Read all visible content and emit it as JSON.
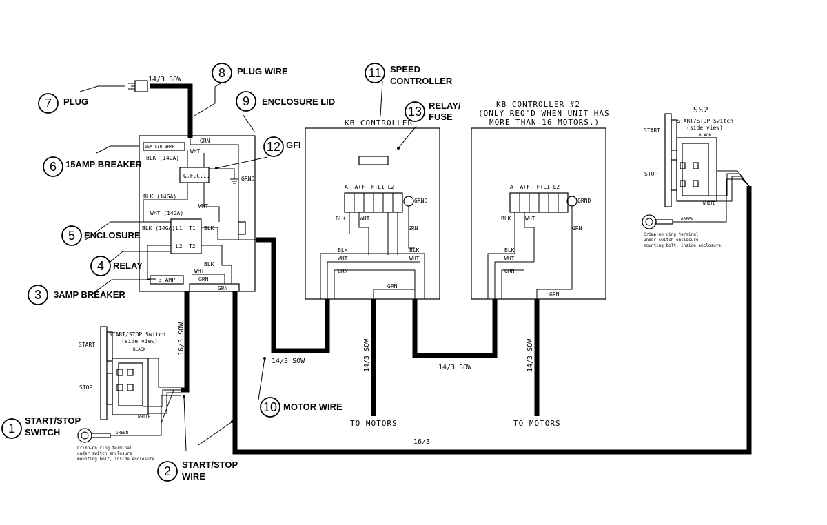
{
  "callouts": [
    {
      "num": "1",
      "lines": [
        "START/STOP",
        "SWITCH"
      ]
    },
    {
      "num": "2",
      "lines": [
        "START/STOP",
        "WIRE"
      ]
    },
    {
      "num": "3",
      "lines": [
        "3AMP BREAKER"
      ]
    },
    {
      "num": "4",
      "lines": [
        "RELAY"
      ]
    },
    {
      "num": "5",
      "lines": [
        "ENCLOSURE"
      ]
    },
    {
      "num": "6",
      "lines": [
        "15AMP BREAKER"
      ]
    },
    {
      "num": "7",
      "lines": [
        "PLUG"
      ]
    },
    {
      "num": "8",
      "lines": [
        "PLUG WIRE"
      ]
    },
    {
      "num": "9",
      "lines": [
        "ENCLOSURE LID"
      ]
    },
    {
      "num": "10",
      "lines": [
        "MOTOR WIRE"
      ]
    },
    {
      "num": "11",
      "lines": [
        "SPEED",
        "CONTROLLER"
      ]
    },
    {
      "num": "12",
      "lines": [
        "GFI"
      ]
    },
    {
      "num": "13",
      "lines": [
        "RELAY/",
        "FUSE"
      ]
    }
  ],
  "wires": {
    "plug_wire": "14/3 SOW",
    "start_stop_wire": "16/3 SOW",
    "motor_wire": "14/3 SOW",
    "to_motors_1_wire": "14/3 SOW",
    "link_wire": "14/3 SOW",
    "to_motors_2_wire": "14/3 SOW",
    "ss2_wire": "16/3"
  },
  "enclosure": {
    "grn": "GRN",
    "breaker_15a": "15A CIR BRKR",
    "wht": "WHT",
    "blk_14ga": "BLK (14GA)",
    "gfci": "G.F.C.I.",
    "grnd": "GRND",
    "blk_14ga_2": "BLK (14GA)",
    "wht_2": "WHT",
    "wht_14ga": "WHT (14GA)",
    "blk_14ga_3": "BLK (14GA)",
    "relay_l1": "L1",
    "relay_t1": "T1",
    "relay_l2": "L2",
    "relay_t2": "T2",
    "relay_blk": "BLK",
    "blk": "BLK",
    "wht_3": "WHT",
    "breaker_3a": "3 AMP",
    "grn_2": "GRN",
    "grn_3": "GRN"
  },
  "controller1": {
    "title": "KB CONTROLLER",
    "terminals": "A- A+F- F+L1 L2",
    "grnd": "GRND",
    "blk": "BLK",
    "wht": "WHT",
    "grn": "GRN",
    "blk_l": "BLK",
    "wht_l": "WHT",
    "grn_l": "GRN",
    "blk_r": "BLK",
    "wht_r": "WHT",
    "grn_b": "GRN",
    "to_motors": "TO MOTORS"
  },
  "controller2": {
    "title": "KB CONTROLLER #2",
    "note_line1": "(ONLY REQ'D WHEN UNIT HAS",
    "note_line2": "MORE THAN 16 MOTORS.)",
    "terminals": "A- A+F- F+L1 L2",
    "grnd": "GRND",
    "blk": "BLK",
    "wht": "WHT",
    "grn": "GRN",
    "blk_l": "BLK",
    "wht_l": "WHT",
    "grn_l": "GRN",
    "grn_b": "GRN",
    "to_motors": "TO MOTORS"
  },
  "switch1": {
    "title": "START/STOP Switch",
    "subtitle": "(side view)",
    "start": "START",
    "stop": "STOP",
    "black": "BLACK",
    "white": "WHITE",
    "green": "GREEN",
    "note1": "Crimp-on ring terminal",
    "note2": "under switch enclosure",
    "note3": "mounting bolt, inside enclosure"
  },
  "switch2": {
    "label": "SS2",
    "title": "START/STOP Switch",
    "subtitle": "(side view)",
    "start": "START",
    "stop": "STOP",
    "black": "BLACK",
    "white": "WHITE",
    "green": "GREEN",
    "note1": "Crimp-on ring terminal",
    "note2": "under switch enclosure",
    "note3": "mounting bolt, inside enclosure."
  }
}
